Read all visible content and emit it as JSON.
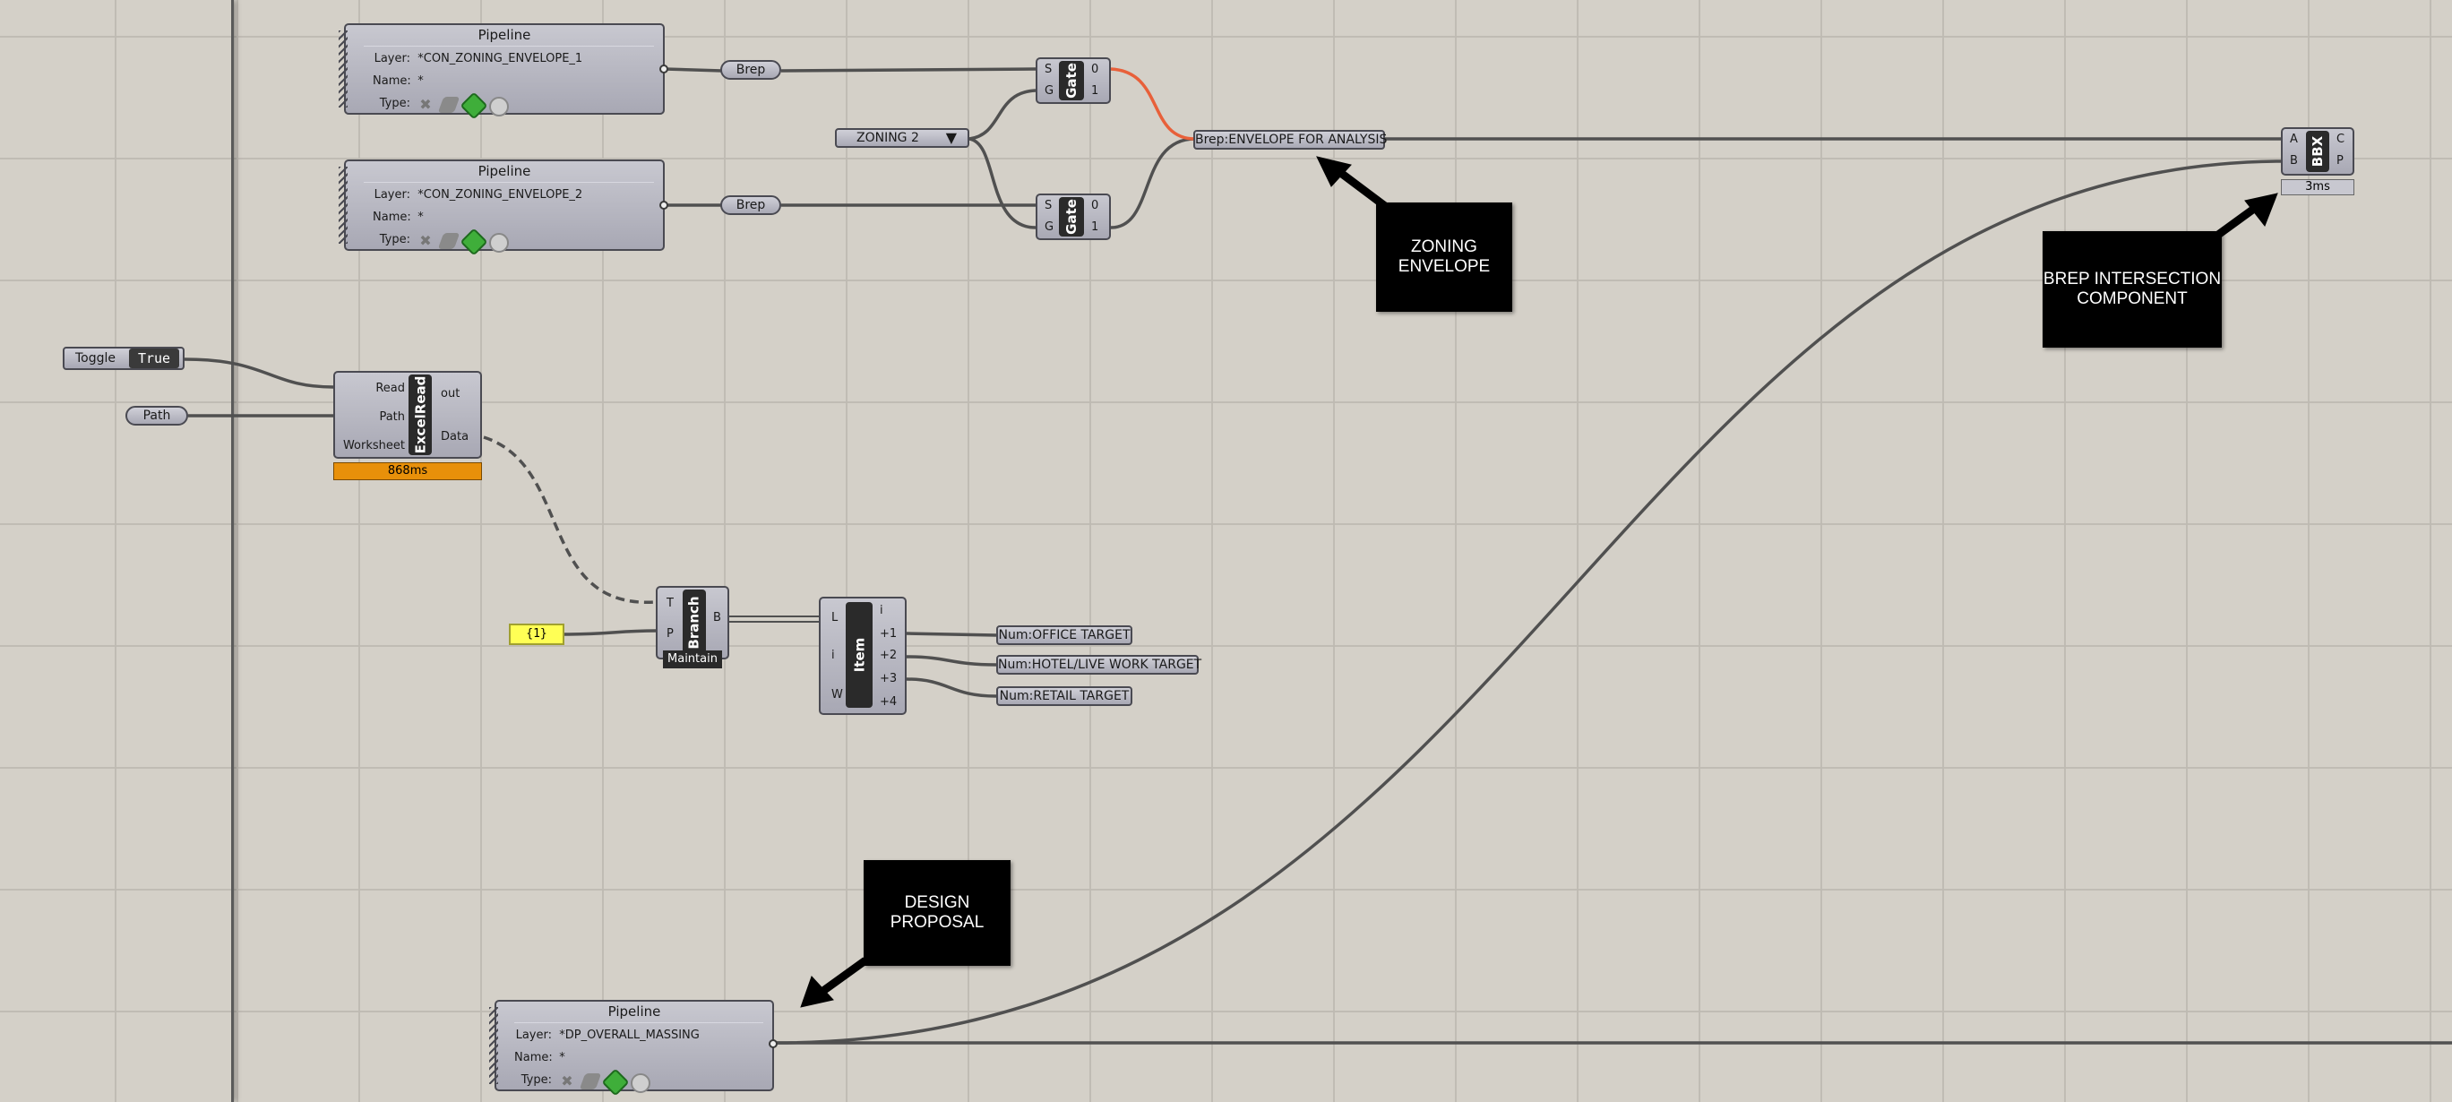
{
  "pipelines": [
    {
      "title": "Pipeline",
      "layer_label": "Layer:",
      "layer": "*CON_ZONING_ENVELOPE_1",
      "name_label": "Name:",
      "name": "*",
      "type_label": "Type:"
    },
    {
      "title": "Pipeline",
      "layer_label": "Layer:",
      "layer": "*CON_ZONING_ENVELOPE_2",
      "name_label": "Name:",
      "name": "*",
      "type_label": "Type:"
    },
    {
      "title": "Pipeline",
      "layer_label": "Layer:",
      "layer": "*DP_OVERALL_MASSING",
      "name_label": "Name:",
      "name": "*",
      "type_label": "Type:"
    }
  ],
  "params": {
    "brep1": "Brep",
    "brep2": "Brep",
    "zoning_value": "ZONING 2",
    "envelope": "Brep:ENVELOPE FOR ANALYSIS",
    "path": "Path",
    "panel_value": "{1}",
    "office": "Num:OFFICE TARGET",
    "hotel": "Num:HOTEL/LIVE WORK TARGET",
    "retail": "Num:RETAIL TARGET"
  },
  "gate": {
    "label": "Gate",
    "in_s": "S",
    "in_g": "G",
    "out0": "0",
    "out1": "1"
  },
  "toggle": {
    "label": "Toggle",
    "value": "True"
  },
  "excel": {
    "label": "ExcelRead",
    "in_read": "Read",
    "in_path": "Path",
    "in_ws": "Worksheet",
    "out_out": "out",
    "out_data": "Data",
    "timer": "868ms"
  },
  "branch": {
    "label": "Branch",
    "in_t": "T",
    "in_p": "P",
    "out_b": "B",
    "mode": "Maintain"
  },
  "item": {
    "label": "Item",
    "in_l": "L",
    "in_i": "i",
    "in_w": "W",
    "out_i": "i",
    "out_p1": "+1",
    "out_p2": "+2",
    "out_p3": "+3",
    "out_p4": "+4"
  },
  "bbx": {
    "label": "BBX",
    "in_a": "A",
    "in_b": "B",
    "out_c": "C",
    "out_p": "P",
    "timer": "3ms"
  },
  "notes": {
    "zoning": "ZONING ENVELOPE",
    "brep": "BREP INTERSECTION COMPONENT",
    "design": "DESIGN PROPOSAL"
  },
  "colors": {
    "canvas": "#d4d0c8",
    "active_wire": "#e8603a",
    "timer_bg": "#e8900a",
    "panel_bg": "#ffff55"
  }
}
